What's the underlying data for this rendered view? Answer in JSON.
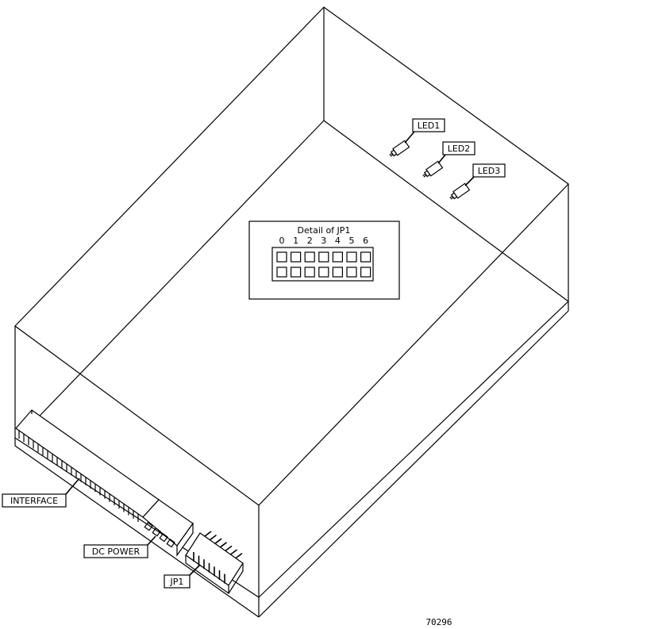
{
  "labels": {
    "interface": "INTERFACE",
    "dc_power": "DC POWER",
    "jp1": "JP1",
    "led1": "LED1",
    "led2": "LED2",
    "led3": "LED3"
  },
  "jp1_detail": {
    "title": "Detail of JP1",
    "pin_numbers": [
      "0",
      "1",
      "2",
      "3",
      "4",
      "5",
      "6"
    ],
    "rows": 2
  },
  "figure_number": "70296"
}
